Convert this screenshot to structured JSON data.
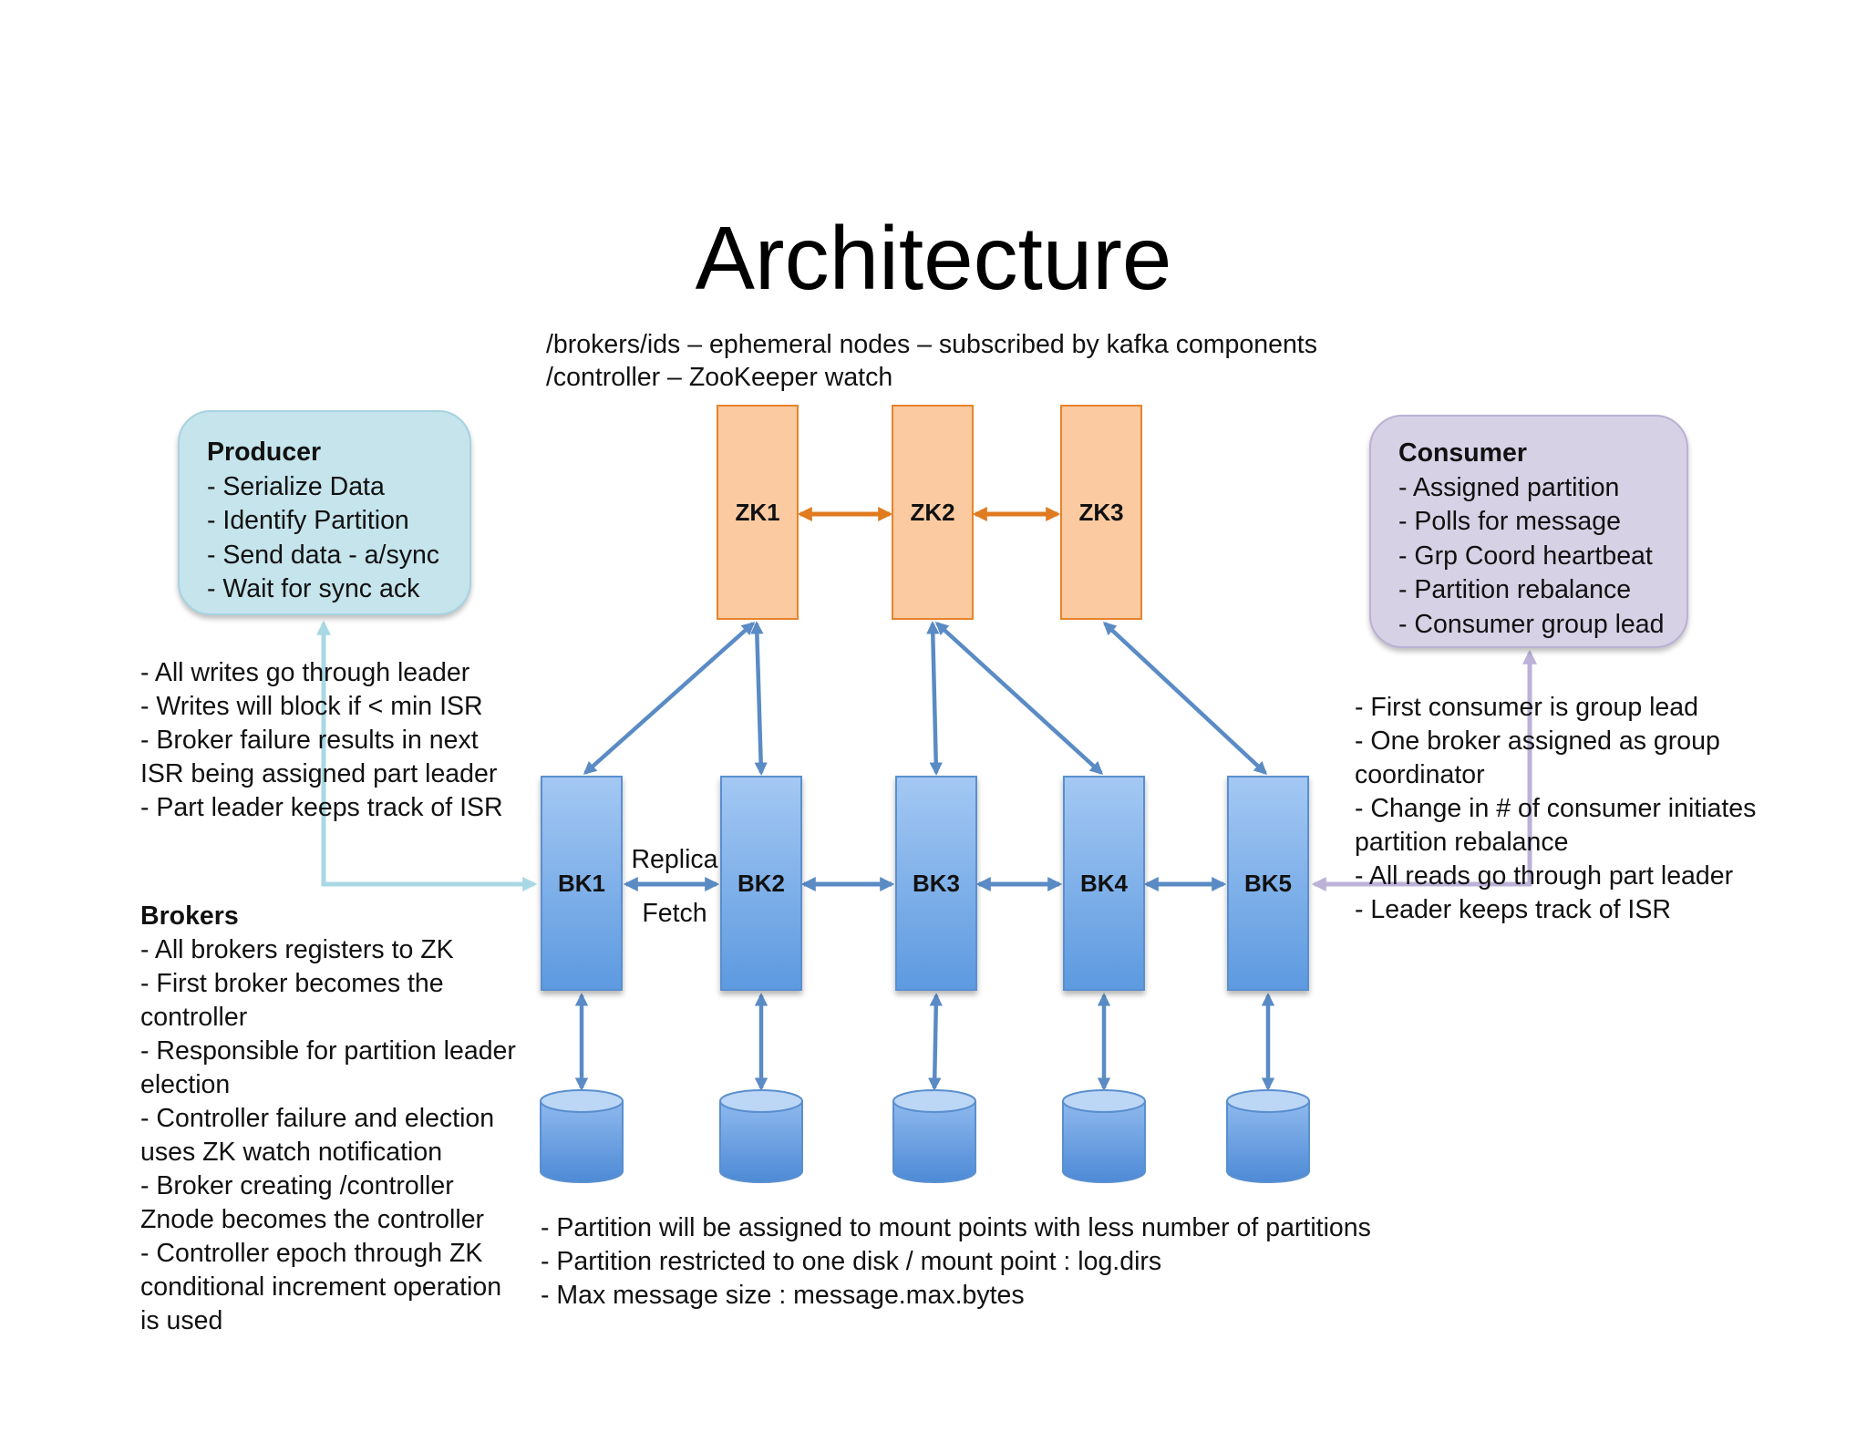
{
  "title": "Architecture",
  "zk_notes": [
    "/brokers/ids – ephemeral nodes – subscribed by kafka components",
    "/controller – ZooKeeper watch"
  ],
  "producer": {
    "heading": "Producer",
    "items": [
      "- Serialize Data",
      "- Identify Partition",
      "- Send data - a/sync",
      "- Wait for sync ack"
    ]
  },
  "consumer": {
    "heading": "Consumer",
    "items": [
      "- Assigned partition",
      "- Polls for message",
      "- Grp Coord heartbeat",
      "- Partition rebalance",
      "- Consumer group lead"
    ]
  },
  "zookeepers": [
    "ZK1",
    "ZK2",
    "ZK3"
  ],
  "brokers": [
    "BK1",
    "BK2",
    "BK3",
    "BK4",
    "BK5"
  ],
  "replica_label": [
    "Replica",
    "Fetch"
  ],
  "leader_notes": [
    "- All writes go through leader",
    "- Writes will block if < min ISR",
    "- Broker failure results in next",
    "ISR being assigned part leader",
    "- Part leader keeps track of ISR"
  ],
  "brokers_notes": {
    "heading": "Brokers",
    "items": [
      "- All brokers registers to ZK",
      "- First broker becomes the",
      "controller",
      "- Responsible for partition leader",
      "election",
      "- Controller failure and election",
      "uses ZK watch notification",
      "- Broker creating /controller",
      "Znode becomes the controller",
      "- Controller epoch through ZK",
      "conditional increment operation",
      "is used"
    ]
  },
  "consumer_notes": [
    "- First consumer is group lead",
    "- One broker assigned as group",
    "coordinator",
    "- Change in # of consumer initiates",
    "partition rebalance",
    "- All reads go through part  leader",
    "- Leader keeps track of ISR"
  ],
  "disk_notes": [
    "- Partition will be assigned to mount points with less number of partitions",
    "- Partition restricted to one disk / mount point : log.dirs",
    "- Max message size : message.max.bytes"
  ],
  "colors": {
    "zk_fill": "#fbcaa1",
    "zk_arrow": "#e07b20",
    "broker_arrow": "#5a8bc4",
    "producer_arrow": "#a8d8e4",
    "consumer_arrow": "#bcb2d8"
  }
}
